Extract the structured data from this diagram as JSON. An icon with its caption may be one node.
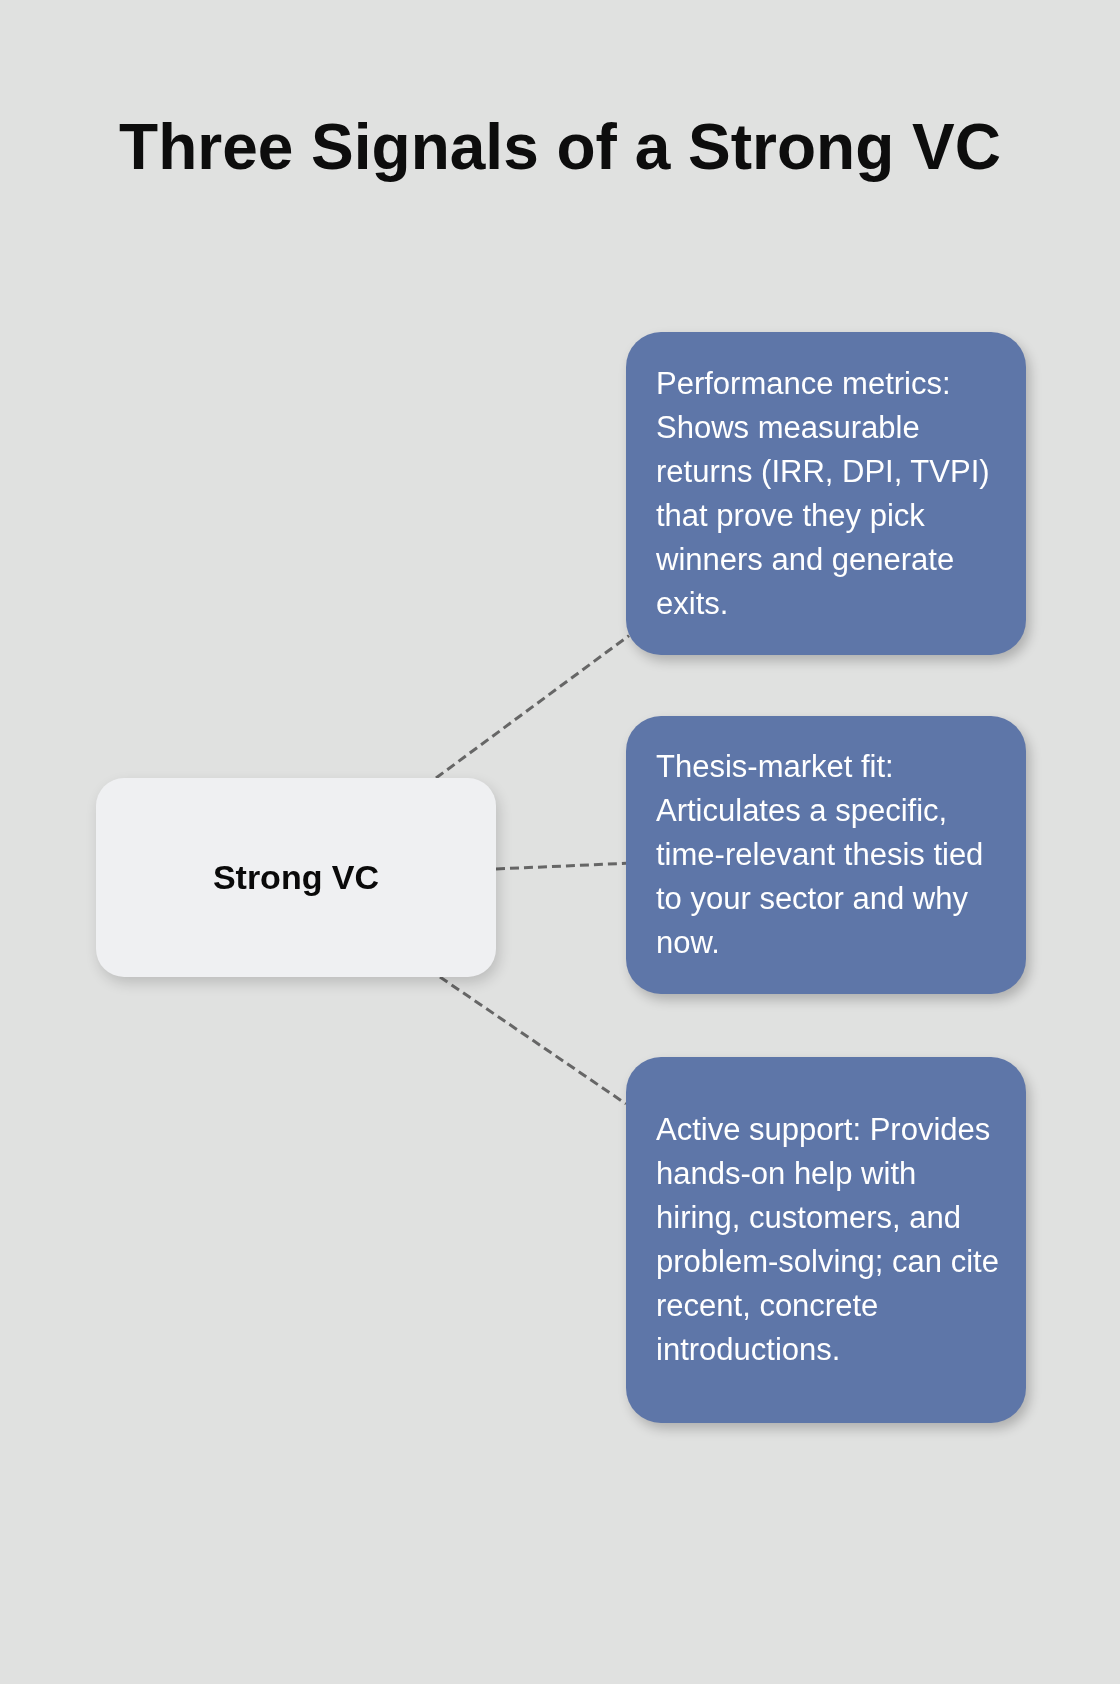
{
  "diagram": {
    "title": "Three Signals of a Strong VC",
    "nodes": [
      {
        "text": [
          "Strong VC"
        ]
      },
      {
        "text": [
          "Performance metrics: Shows measurable returns (IRR, DPI, TVPI) that prove they pick winners and generate exits."
        ]
      },
      {
        "text": [
          "Thesis-market fit: Articulates a specific, time-relevant thesis tied to your sector and why now."
        ]
      },
      {
        "text": [
          "Active support: Provides hands-on help with hiring, customers, and problem-solving; can cite recent, concrete introductions."
        ]
      }
    ],
    "edges": [
      {
        "from": 0,
        "to": 1,
        "arrow": "none",
        "style": "dashed"
      },
      {
        "from": 0,
        "to": 2,
        "arrow": "none",
        "style": "dashed"
      },
      {
        "from": 0,
        "to": 3,
        "arrow": "none",
        "style": "dashed"
      }
    ]
  }
}
